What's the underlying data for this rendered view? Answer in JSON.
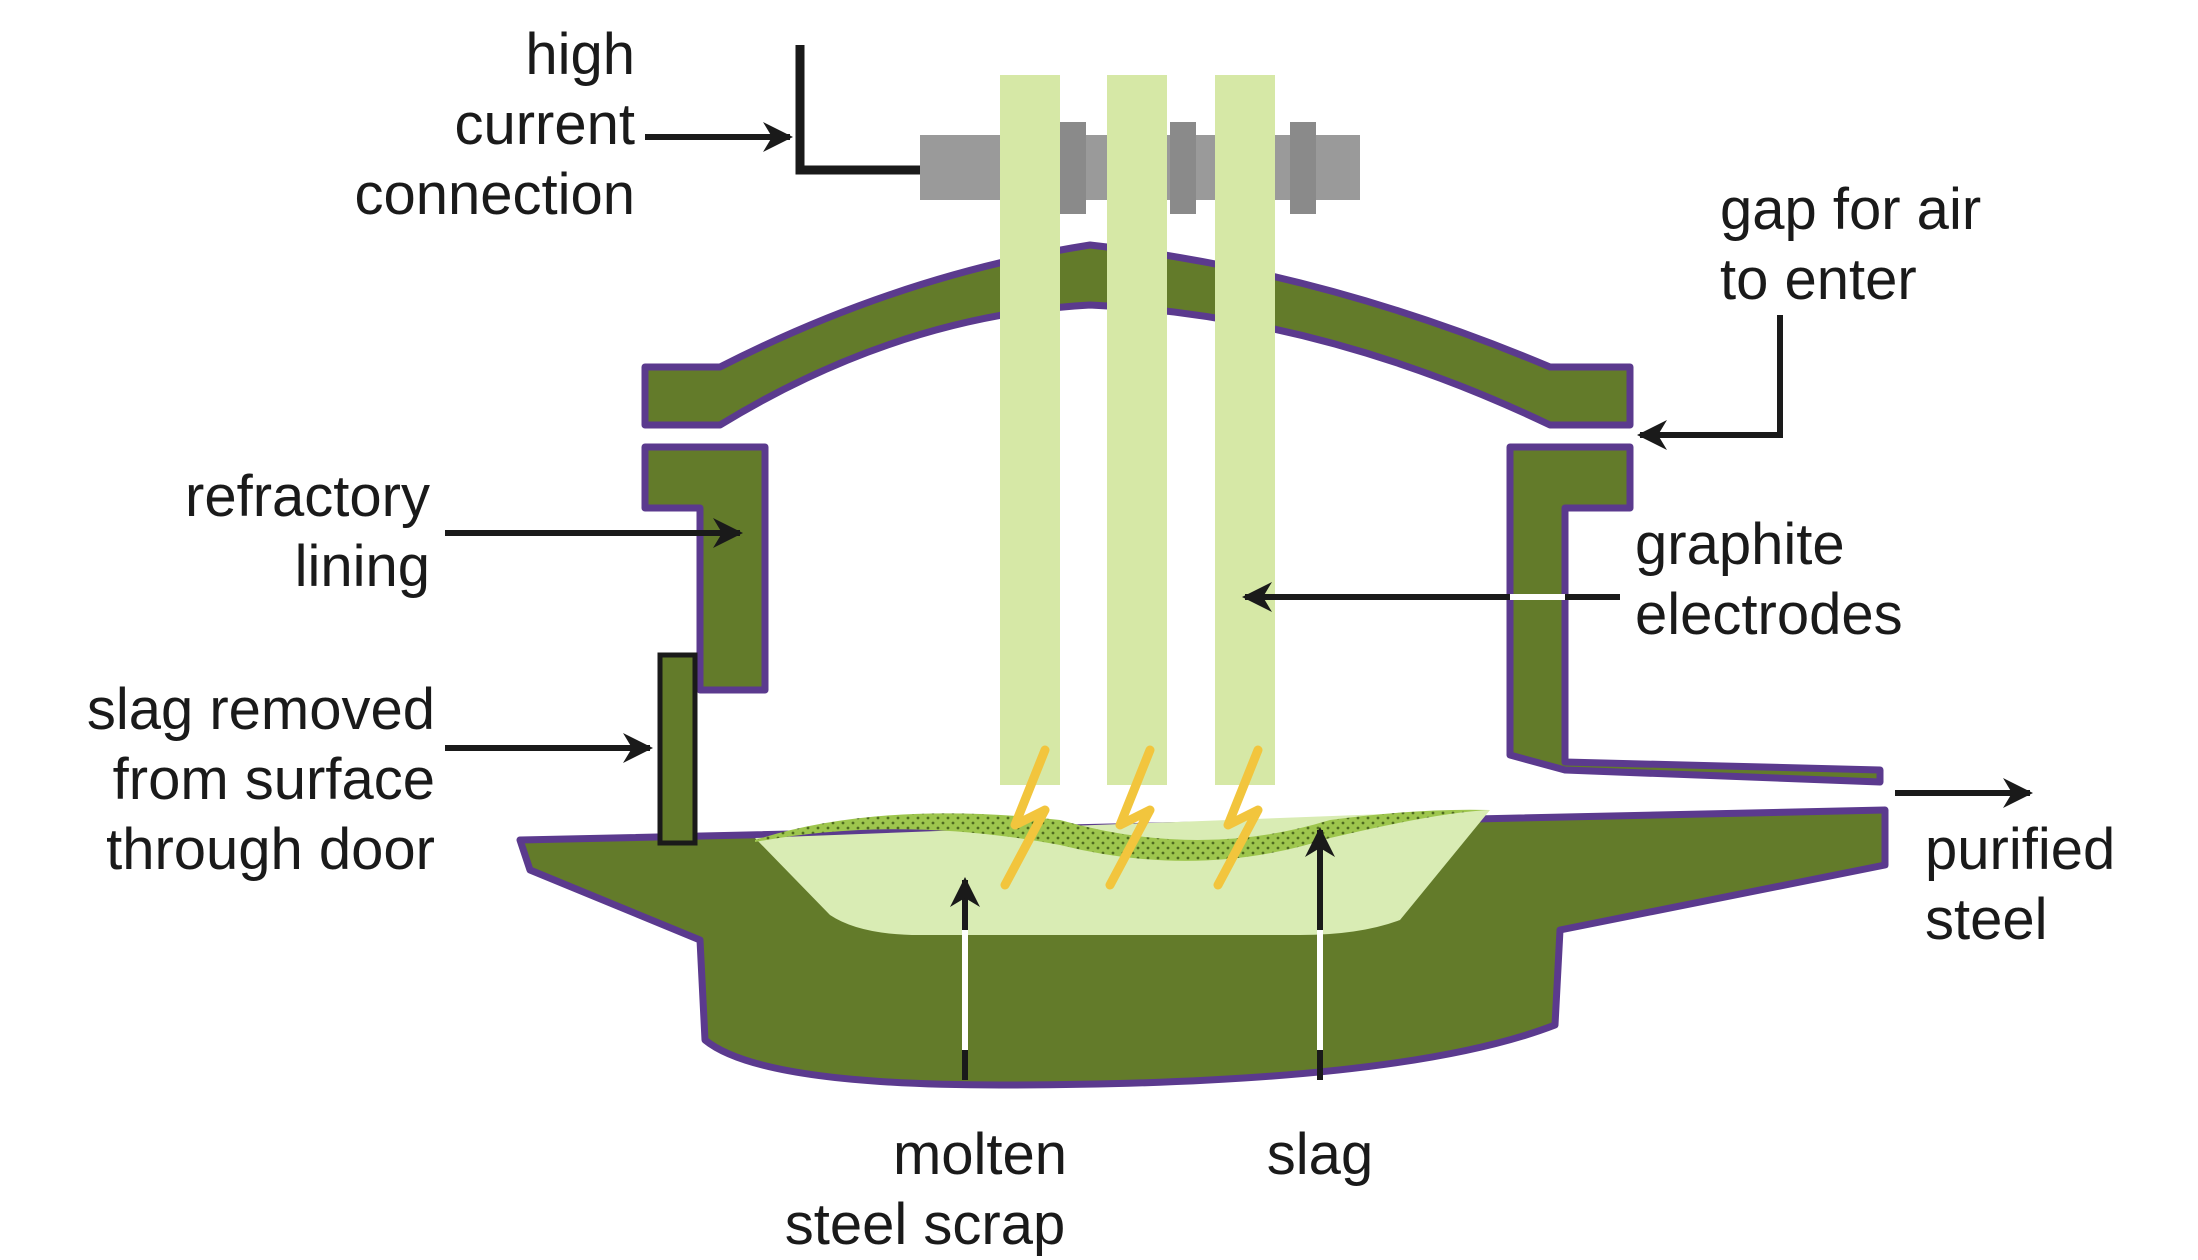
{
  "labels": {
    "high_current": [
      "high",
      "current",
      "connection"
    ],
    "gap_air": [
      "gap for air",
      "to enter"
    ],
    "refractory": [
      "refractory",
      "lining"
    ],
    "graphite": [
      "graphite",
      "electrodes"
    ],
    "slag_removed": [
      "slag removed",
      "from surface",
      "through door"
    ],
    "purified": [
      "purified",
      "steel"
    ],
    "molten": [
      "molten",
      "steel scrap"
    ],
    "slag": [
      "slag"
    ]
  },
  "colors": {
    "furnace_body": "#637b2a",
    "outline": "#5b3a8e",
    "electrode": "#d6e8a6",
    "molten_steel": "#d9ecb4",
    "slag_layer": "#9ec64e",
    "connector": "#9a9a9a",
    "arc": "#f2c53d",
    "arrow": "#1a1a1a"
  }
}
